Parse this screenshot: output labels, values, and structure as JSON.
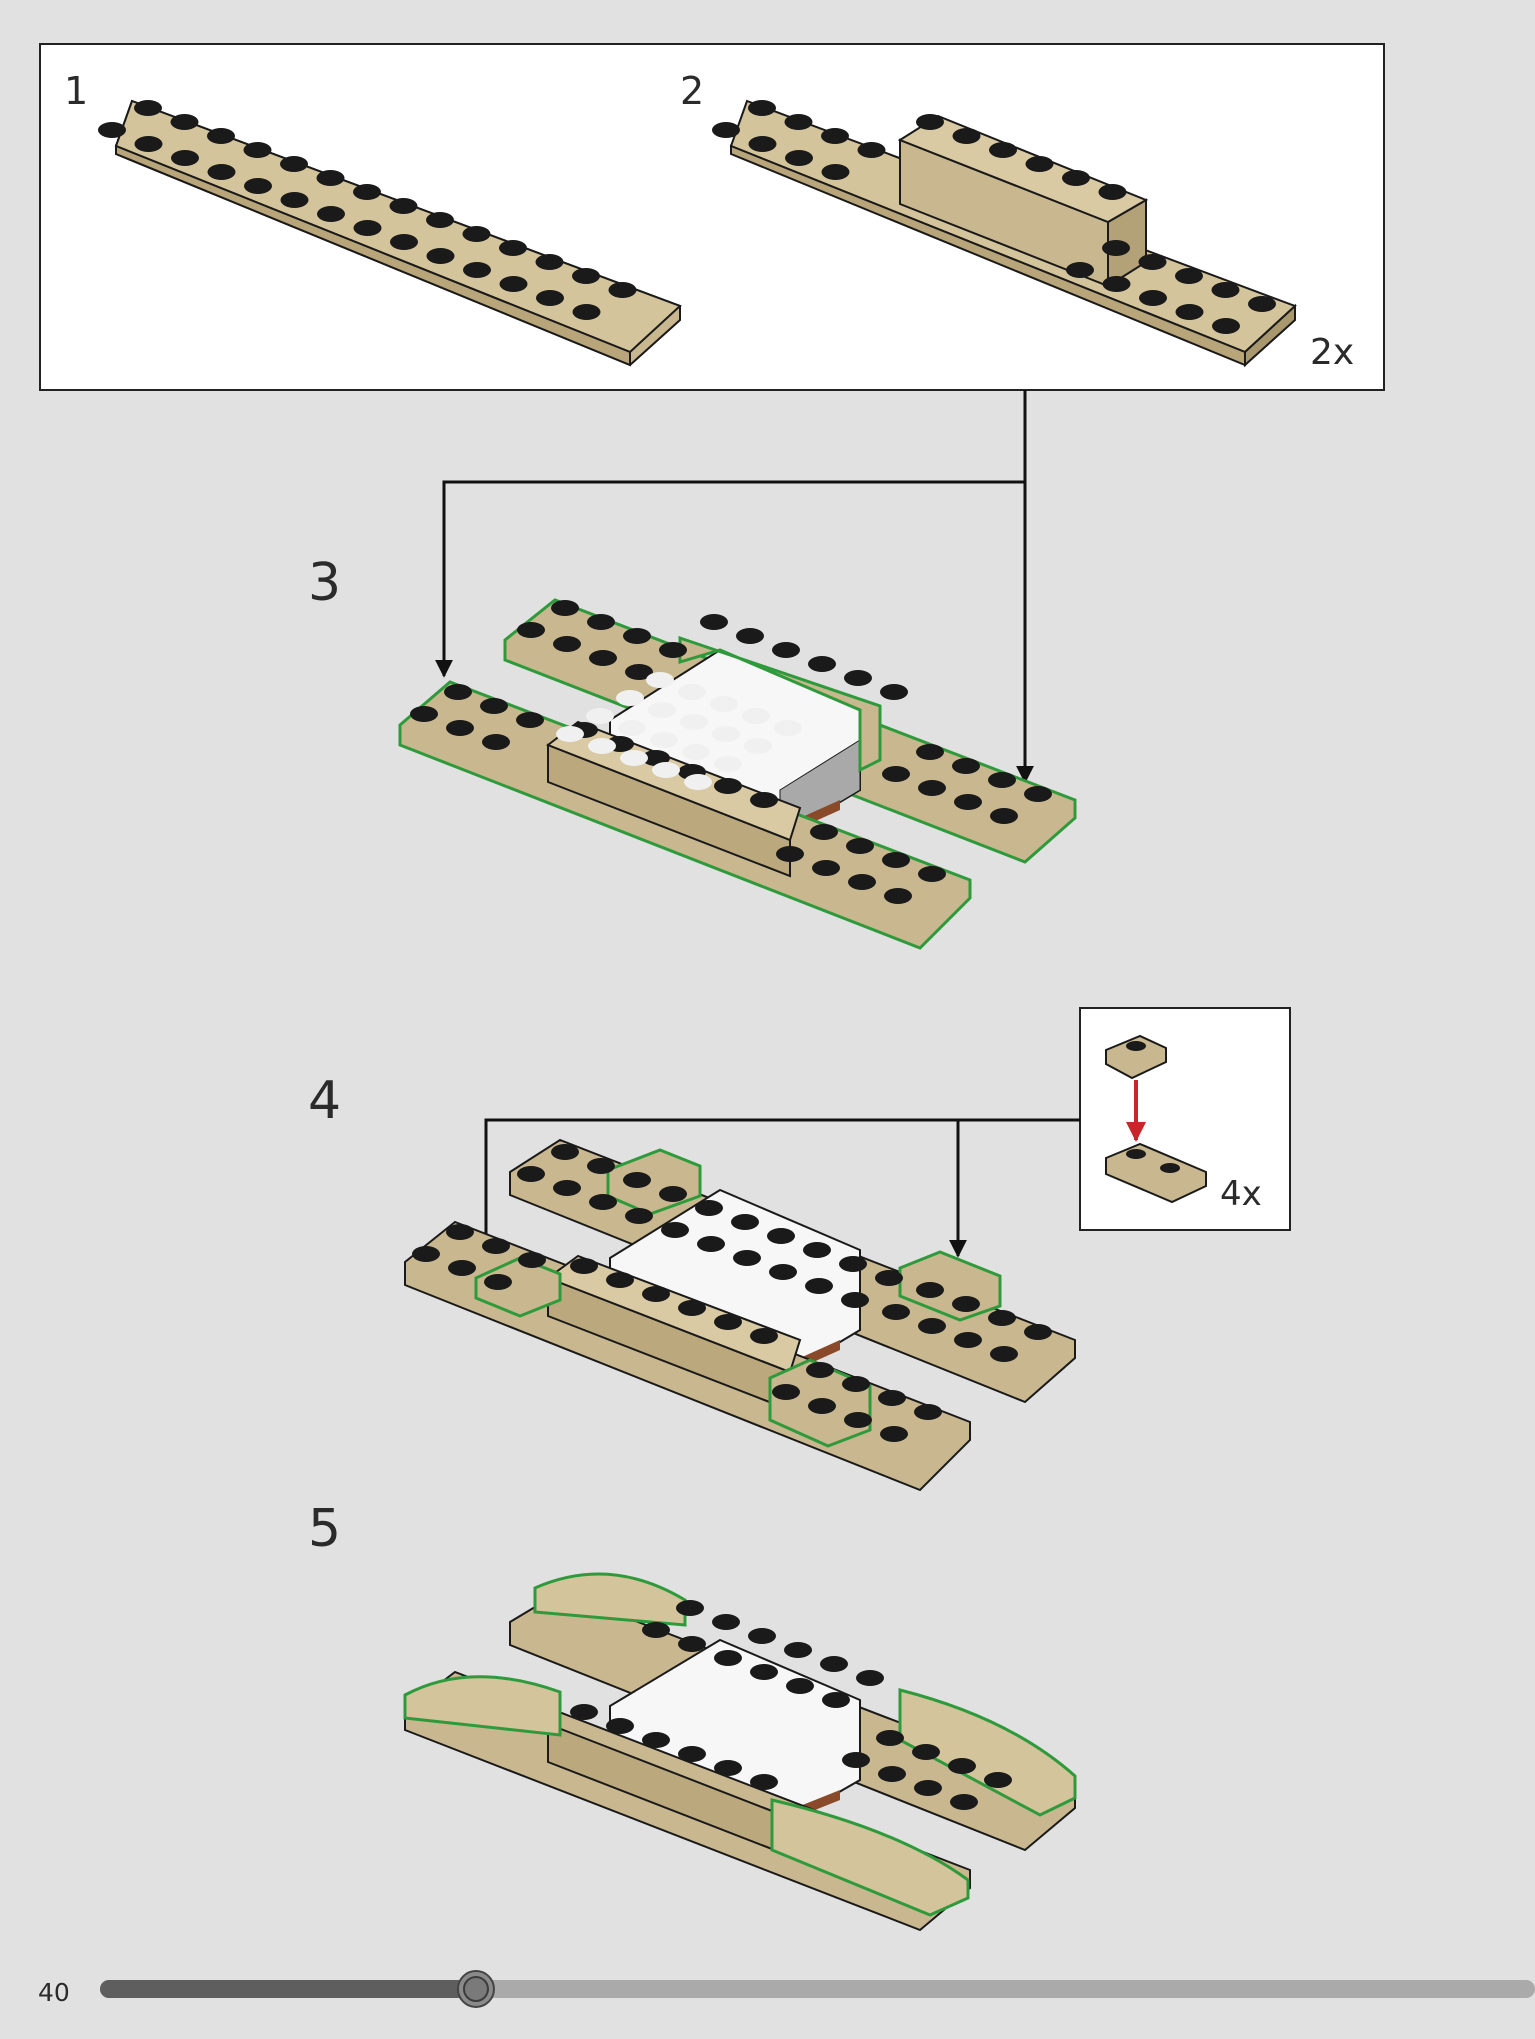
{
  "page": {
    "number": "40",
    "progress": 0.262
  },
  "steps": [
    {
      "number": "1"
    },
    {
      "number": "2",
      "multiplier": "2x"
    },
    {
      "number": "3"
    },
    {
      "number": "4",
      "callout_multiplier": "4x"
    },
    {
      "number": "5"
    }
  ],
  "colors": {
    "background": "#e1e1e1",
    "tan_brick": "#c9b88f",
    "tan_dark": "#a9986e",
    "white_brick": "#f7f7f7",
    "highlight_outline": "#2f9a3c",
    "arrow": "#222222",
    "arrow_red": "#c8262a",
    "progress_fill": "#5e5e5e",
    "progress_track": "#aaaaaa"
  }
}
